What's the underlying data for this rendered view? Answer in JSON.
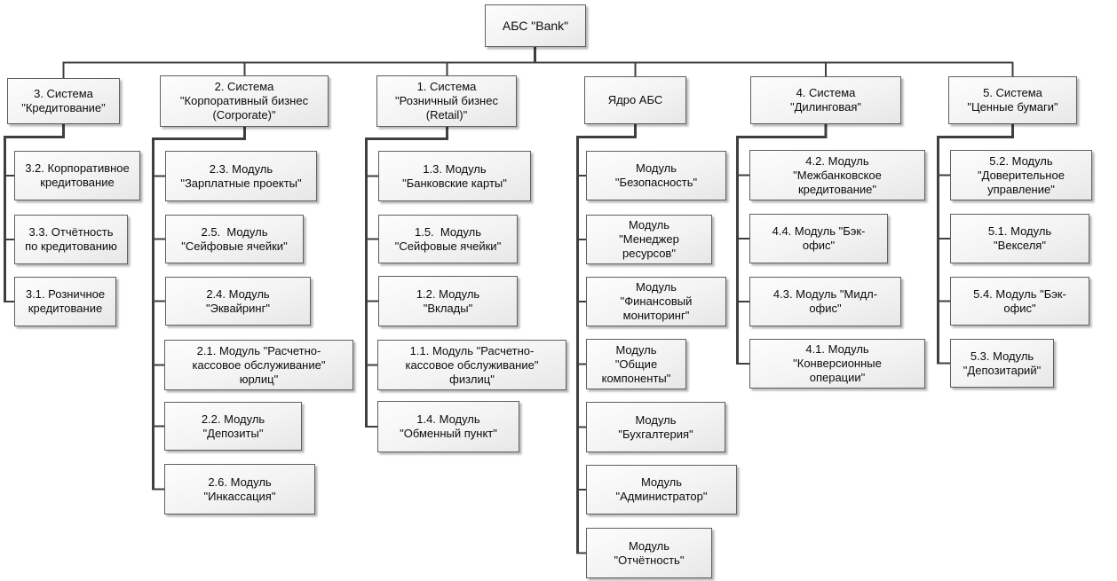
{
  "root": {
    "label": "АБС \"Bank\""
  },
  "columns": [
    {
      "header": "3. Система\n\"Кредитование\"",
      "children": [
        "3.2. Корпоративное\nкредитование",
        "3.3. Отчётность\nпо кредитованию",
        "3.1. Розничное\nкредитование"
      ]
    },
    {
      "header": "2. Система\n\"Корпоративный бизнес\n(Corporate)\"",
      "children": [
        "2.3. Модуль\n\"Зарплатные проекты\"",
        "2.5.  Модуль\n\"Сейфовые ячейки\"",
        "2.4. Модуль\n\"Эквайринг\"",
        "2.1. Модуль \"Расчетно-\nкассовое обслуживание\"\nюрлиц\"",
        "2.2. Модуль\n\"Депозиты\"",
        "2.6. Модуль\n\"Инкассация\""
      ]
    },
    {
      "header": "1. Система\n\"Розничный бизнес\n(Retail)\"",
      "children": [
        "1.3. Модуль\n\"Банковские карты\"",
        "1.5.  Модуль\n\"Сейфовые ячейки\"",
        "1.2. Модуль\n\"Вклады\"",
        "1.1. Модуль \"Расчетно-\nкассовое обслуживание\"\nфизлиц\"",
        "1.4. Модуль\n\"Обменный пункт\""
      ]
    },
    {
      "header": "Ядро АБС",
      "children": [
        "Модуль\n\"Безопасность\"",
        "Модуль\n\"Менеджер\nресурсов\"",
        "Модуль\n\"Финансовый\nмониторинг\"",
        "Модуль\n\"Общие\nкомпоненты\"",
        "Модуль\n\"Бухгалтерия\"",
        "Модуль\n\"Администратор\"",
        "Модуль\n\"Отчётность\""
      ]
    },
    {
      "header": "4. Система\n\"Дилинговая\"",
      "children": [
        "4.2. Модуль\n\"Межбанковское\nкредитование\"",
        "4.4. Модуль \"Бэк-\nофис\"",
        "4.3. Модуль \"Мидл-\nофис\"",
        "4.1. Модуль\n\"Конверсионные\nоперации\""
      ]
    },
    {
      "header": "5. Система\n\"Ценные бумаги\"",
      "children": [
        "5.2. Модуль\n\"Доверительное\nуправление\"",
        "5.1. Модуль\n\"Векселя\"",
        "5.4. Модуль \"Бэк-\nофис\"",
        "5.3. Модуль\n\"Депозитарий\""
      ]
    }
  ],
  "colors": {
    "connector": "#3f3f3f",
    "node_border": "#5f5f5f",
    "node_fill_top": "#fdfdfd",
    "node_fill_bottom": "#e7e7e7",
    "text": "#0b0b0b"
  }
}
